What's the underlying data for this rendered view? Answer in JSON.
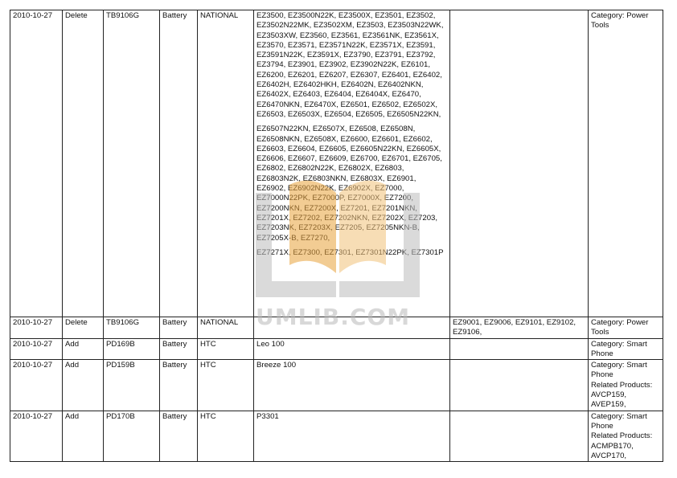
{
  "rows": [
    {
      "date": "2010-10-27",
      "action": "Delete",
      "part": "TB9106G",
      "type": "Battery",
      "brand": "NATIONAL",
      "models_a": "EZ3500, EZ3500N22K, EZ3500X, EZ3501, EZ3502, EZ3502N22MK, EZ3502XM, EZ3503, EZ3503N22WK, EZ3503XW, EZ3560, EZ3561, EZ3561NK, EZ3561X, EZ3570, EZ3571, EZ3571N22K, EZ3571X, EZ3591, EZ3591N22K, EZ3591X, EZ3790, EZ3791, EZ3792, EZ3794, EZ3901, EZ3902, EZ3902N22K, EZ6101, EZ6200, EZ6201, EZ6207, EZ6307, EZ6401, EZ6402, EZ6402H, EZ6402HKH, EZ6402N, EZ6402NKN, EZ6402X, EZ6403, EZ6404, EZ6404X, EZ6470, EZ6470NKN, EZ6470X, EZ6501, EZ6502, EZ6502X, EZ6503, EZ6503X, EZ6504, EZ6505, EZ6505N22KN,",
      "models_b": "EZ6507N22KN, EZ6507X, EZ6508, EZ6508N, EZ6508NKN, EZ6508X, EZ6600, EZ6601, EZ6602, EZ6603, EZ6604, EZ6605, EZ6605N22KN, EZ6605X, EZ6606, EZ6607, EZ6609, EZ6700, EZ6701, EZ6705, EZ6802, EZ6802N22K, EZ6802X, EZ6803, EZ6803N2K, EZ6803NKN, EZ6803X, EZ6901, EZ6902, EZ6902N22K, EZ6902X, EZ7000, EZ7000N22PK, EZ7000P, EZ7000X, EZ7200, EZ7200NKN, EZ7200X, EZ7201, EZ7201NKN, EZ7201X, EZ7202, EZ7202NKN, EZ7202X, EZ7203, EZ7203NK, EZ7203X, EZ7205, EZ7205NKN-B, EZ7205X-B, EZ7270,",
      "models_c": "EZ7271X, EZ7300, EZ7301, EZ7301N22PK, EZ7301P",
      "extra": "",
      "cat1": "Category: Power",
      "cat2": "Tools",
      "rel1": "",
      "rel2": ""
    },
    {
      "date": "2010-10-27",
      "action": "Delete",
      "part": "TB9106G",
      "type": "Battery",
      "brand": "NATIONAL",
      "models_a": "",
      "models_b": "",
      "models_c": "",
      "extra": "EZ9001, EZ9006, EZ9101, EZ9102, EZ9106,",
      "cat1": "Category: Power",
      "cat2": "Tools",
      "rel1": "",
      "rel2": ""
    },
    {
      "date": "2010-10-27",
      "action": "Add",
      "part": "PD169B",
      "type": "Battery",
      "brand": "HTC",
      "models_a": "Leo 100",
      "models_b": "",
      "models_c": "",
      "extra": "",
      "cat1": "Category: Smart",
      "cat2": "Phone",
      "rel1": "",
      "rel2": ""
    },
    {
      "date": "2010-10-27",
      "action": "Add",
      "part": "PD159B",
      "type": "Battery",
      "brand": "HTC",
      "models_a": "Breeze 100",
      "models_b": "",
      "models_c": "",
      "extra": "",
      "cat1": "Category: Smart",
      "cat2": "Phone",
      "rel1": "Related Products:",
      "rel2": "AVCP159, AVEP159,"
    },
    {
      "date": "2010-10-27",
      "action": "Add",
      "part": "PD170B",
      "type": "Battery",
      "brand": "HTC",
      "models_a": "P3301",
      "models_b": "",
      "models_c": "",
      "extra": "",
      "cat1": "Category: Smart",
      "cat2": "Phone",
      "rel1": "Related Products:",
      "rel2": "ACMPB170, AVCP170,"
    }
  ],
  "watermark": {
    "text": "UMLIB.COM",
    "accent_color": "#e9a33c",
    "gray_color": "#bdbdbd"
  }
}
